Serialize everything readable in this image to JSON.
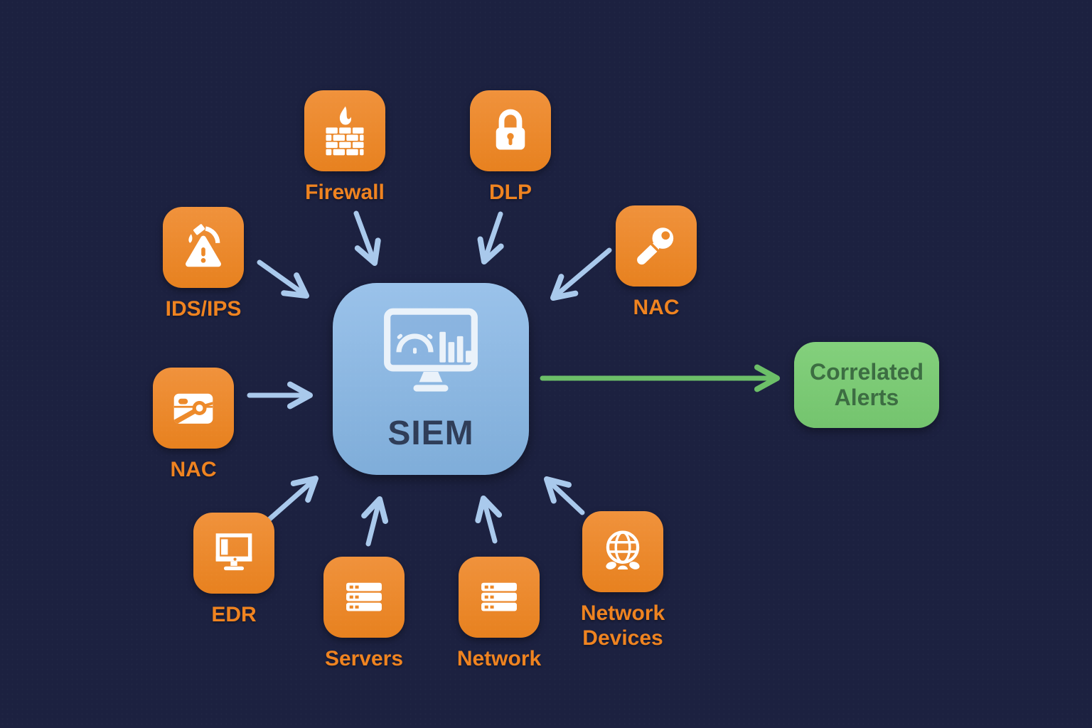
{
  "diagram": {
    "center": {
      "label": "SIEM",
      "icon": "dashboard-monitor-icon"
    },
    "output": {
      "label": "Correlated Alerts"
    },
    "sources": {
      "firewall": {
        "label": "Firewall",
        "icon": "firewall-icon"
      },
      "dlp": {
        "label": "DLP",
        "icon": "padlock-icon"
      },
      "ids_ips": {
        "label": "IDS/IPS",
        "icon": "warning-triangle-icon"
      },
      "nac_key": {
        "label": "NAC",
        "icon": "key-icon"
      },
      "nac_card": {
        "label": "NAC",
        "icon": "access-card-icon"
      },
      "edr": {
        "label": "EDR",
        "icon": "desktop-monitor-icon"
      },
      "servers": {
        "label": "Servers",
        "icon": "server-rack-icon"
      },
      "network": {
        "label": "Network",
        "icon": "server-rack-icon"
      },
      "network_devices": {
        "label": "Network Devices",
        "icon": "globe-icon"
      }
    },
    "connections": [
      {
        "from": "Firewall",
        "to": "SIEM"
      },
      {
        "from": "DLP",
        "to": "SIEM"
      },
      {
        "from": "IDS/IPS",
        "to": "SIEM"
      },
      {
        "from": "NAC",
        "to": "SIEM"
      },
      {
        "from": "NAC",
        "to": "SIEM"
      },
      {
        "from": "EDR",
        "to": "SIEM"
      },
      {
        "from": "Servers",
        "to": "SIEM"
      },
      {
        "from": "Network",
        "to": "SIEM"
      },
      {
        "from": "Network Devices",
        "to": "SIEM"
      },
      {
        "from": "SIEM",
        "to": "Correlated Alerts"
      }
    ],
    "colors": {
      "background": "#1c2140",
      "source_tile": "#ed8a2a",
      "glyph": "#ffffff",
      "label": "#ef8320",
      "siem_tile": "#8fb8e3",
      "siem_text": "#2f3d58",
      "arrow_input": "#a9c9ec",
      "arrow_output": "#6cbf68",
      "output_tile": "#7dcc77",
      "output_text": "#3c6d42"
    }
  }
}
